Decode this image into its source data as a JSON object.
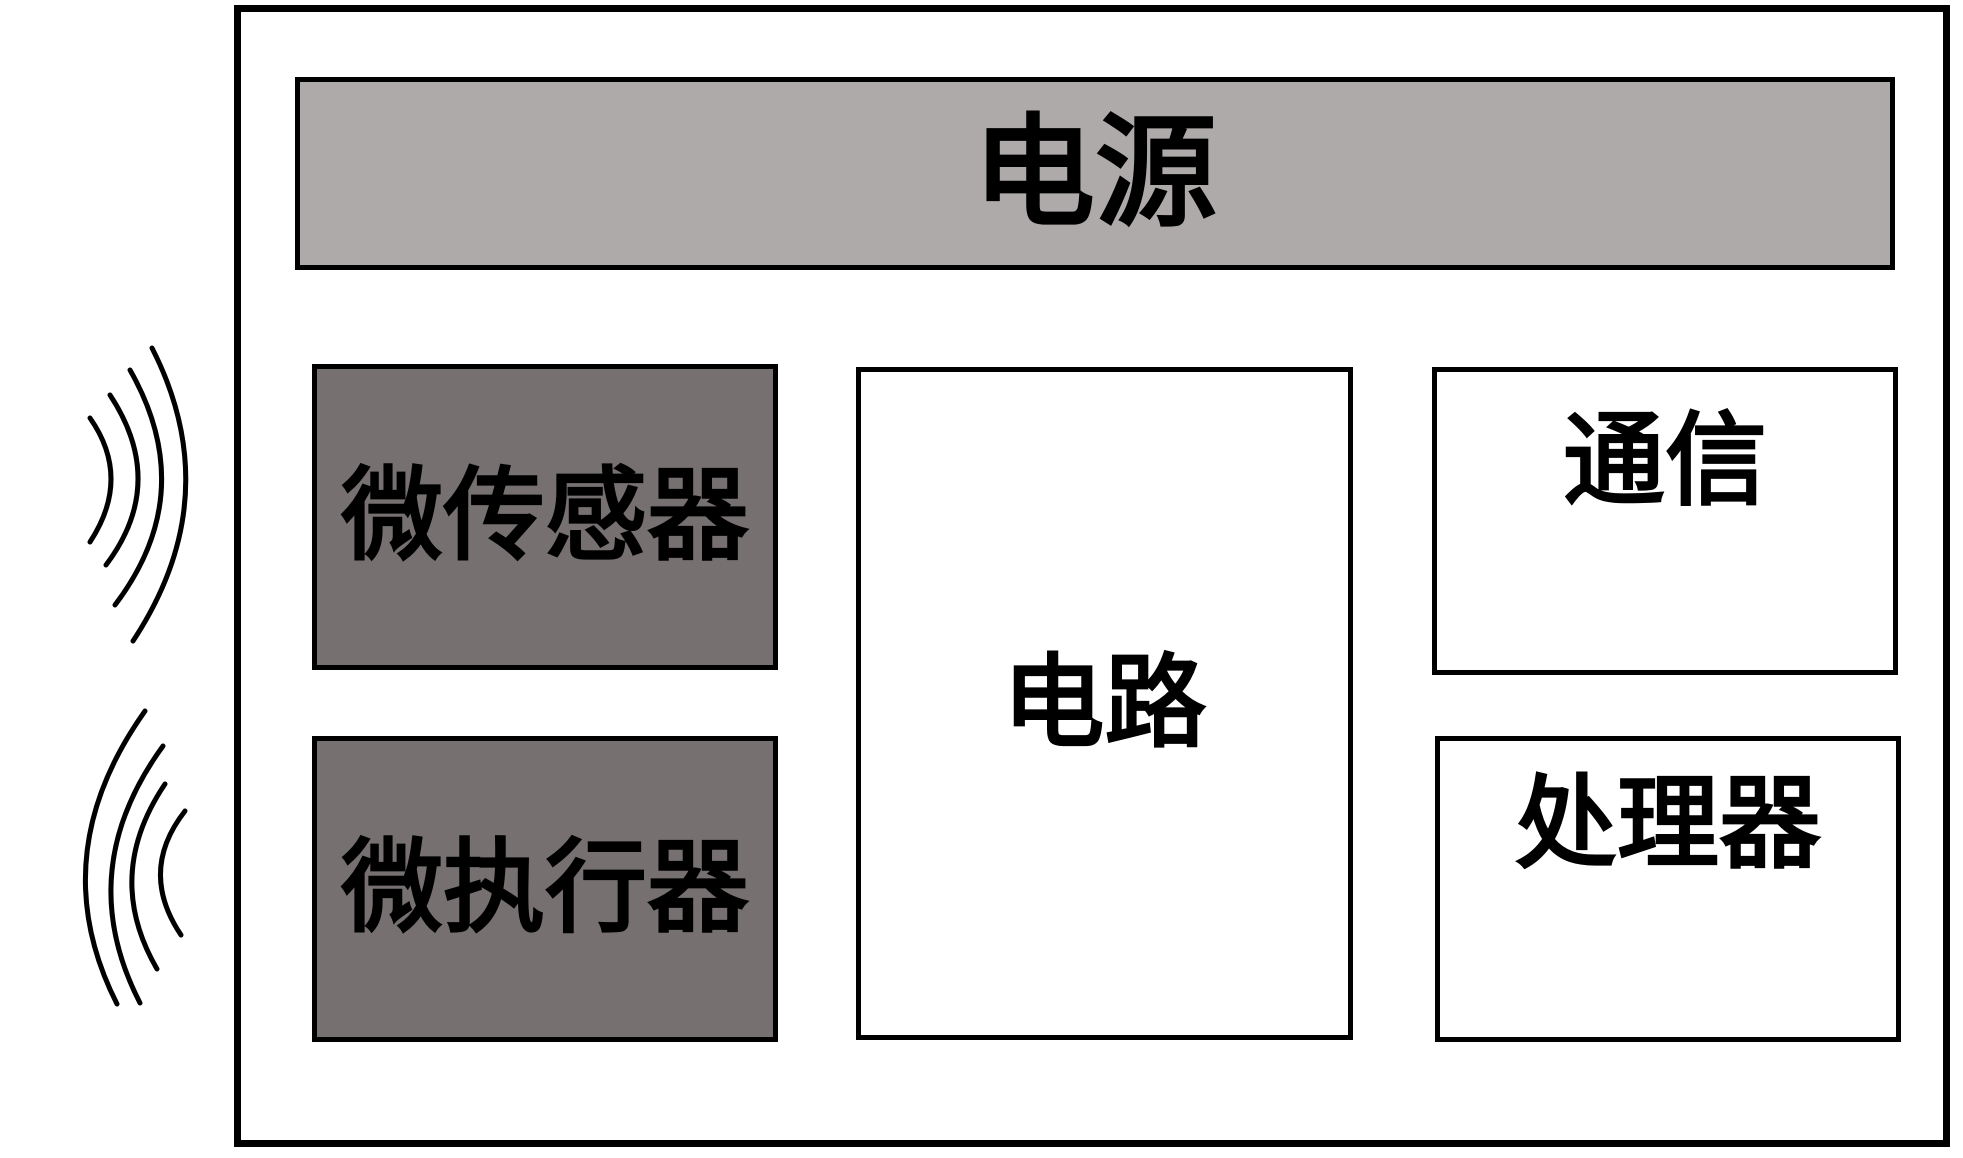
{
  "blocks": {
    "power": "电源",
    "sensor": "微传感器",
    "actuator": "微执行器",
    "circuit": "电路",
    "communication": "通信",
    "processor": "处理器"
  },
  "colors": {
    "power_fill": "#aeaaaa",
    "micro_device_fill": "#767070",
    "frame": "#000000",
    "background": "#ffffff"
  },
  "icons": {
    "sensor_signal": "incoming-signal-waves-icon",
    "actuator_signal": "outgoing-signal-waves-icon"
  }
}
